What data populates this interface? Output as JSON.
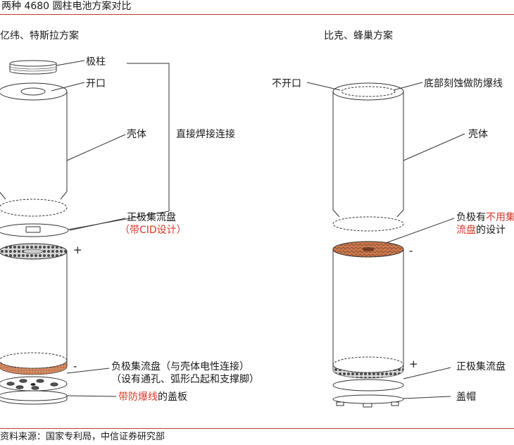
{
  "title": "两种 4680 圆柱电池方案对比",
  "source": "资料来源：国家专利局，中信证券研究部",
  "left": {
    "heading": "亿纬、特斯拉方案",
    "terminal": "极柱",
    "opening": "开口",
    "shell": "壳体",
    "weld_note": "直接焊接连接",
    "pos_collector": "正极集流盘",
    "cid_note": "（带CID设计）",
    "plus": "+",
    "minus": "-",
    "neg_collector_line1": "负极集流盘（与壳体电性连接）",
    "neg_collector_line2": "（设有通孔、弧形凸起和支撑脚）",
    "cover_red": "带防爆线",
    "cover_rest": "的盖板"
  },
  "right": {
    "heading": "比克、蜂巢方案",
    "no_opening": "不开口",
    "vent_line": "底部刻蚀做防爆线",
    "shell": "壳体",
    "neg_prefix": "负极有",
    "neg_red_1": "不用集",
    "neg_red_2": "流盘",
    "neg_suffix": "的设计",
    "minus": "-",
    "plus": "+",
    "pos_collector": "正极集流盘",
    "cap": "盖帽"
  },
  "colors": {
    "accent_red": "#d8392b",
    "rule_red": "#c0392b",
    "copper": "#c9794f",
    "line": "#333333"
  }
}
